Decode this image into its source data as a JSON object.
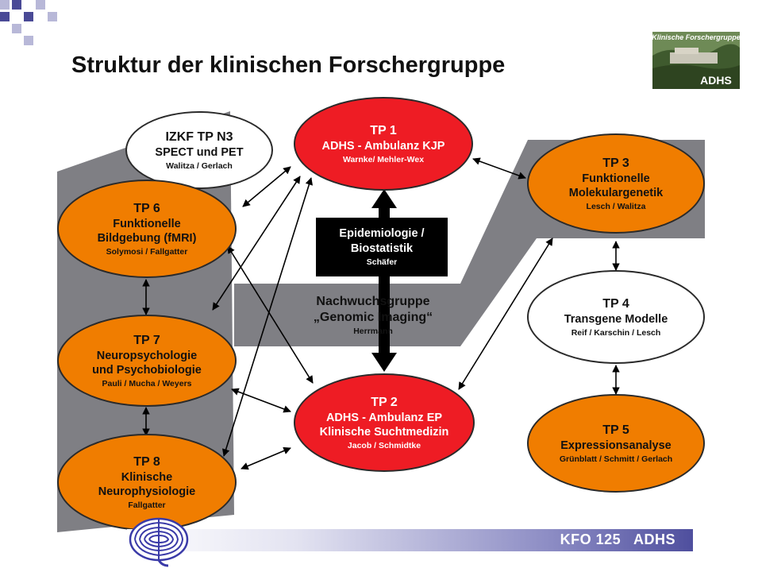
{
  "title": "Struktur der klinischen Forschergruppe",
  "logo": {
    "text_top": "Klinische Forschergruppe",
    "text_bottom": "ADHS"
  },
  "colors": {
    "orange": "#f07d00",
    "red": "#ee1c24",
    "band_gray": "#7f7f84",
    "square_dark": "#4a4a96",
    "square_light": "#b8b8d8",
    "bar_dark": "#4f4f9e"
  },
  "nodes": {
    "izkf": {
      "code": "IZKF TP N3",
      "title": "SPECT und PET",
      "people": "Walitza / Gerlach"
    },
    "tp1": {
      "code": "TP 1",
      "title": "ADHS - Ambulanz KJP",
      "people": "Warnke/ Mehler-Wex"
    },
    "tp2": {
      "code": "TP 2",
      "title_line1": "ADHS - Ambulanz EP",
      "title_line2": "Klinische Suchtmedizin",
      "people": "Jacob / Schmidtke"
    },
    "tp3": {
      "code": "TP 3",
      "title_line1": "Funktionelle",
      "title_line2": "Molekulargenetik",
      "people": "Lesch / Walitza"
    },
    "tp4": {
      "code": "TP 4",
      "title": "Transgene Modelle",
      "people": "Reif / Karschin / Lesch"
    },
    "tp5": {
      "code": "TP 5",
      "title": "Expressionsanalyse",
      "people": "Grünblatt / Schmitt / Gerlach"
    },
    "tp6": {
      "code": "TP 6",
      "title_line1": "Funktionelle",
      "title_line2": "Bildgebung (fMRI)",
      "people": "Solymosi / Fallgatter"
    },
    "tp7": {
      "code": "TP 7",
      "title_line1": "Neuropsychologie",
      "title_line2": "und Psychobiologie",
      "people": "Pauli / Mucha / Weyers"
    },
    "tp8": {
      "code": "TP 8",
      "title_line1": "Klinische",
      "title_line2": "Neurophysiologie",
      "people": "Fallgatter"
    }
  },
  "epidemiologie": {
    "title_line1": "Epidemiologie /",
    "title_line2": "Biostatistik",
    "people": "Schäfer"
  },
  "nachwuchs": {
    "title_line1": "Nachwuchsgruppe",
    "title_line2": "„Genomic Imaging“",
    "people": "Herrmann"
  },
  "footer": {
    "label": "KFO 125   ADHS"
  }
}
